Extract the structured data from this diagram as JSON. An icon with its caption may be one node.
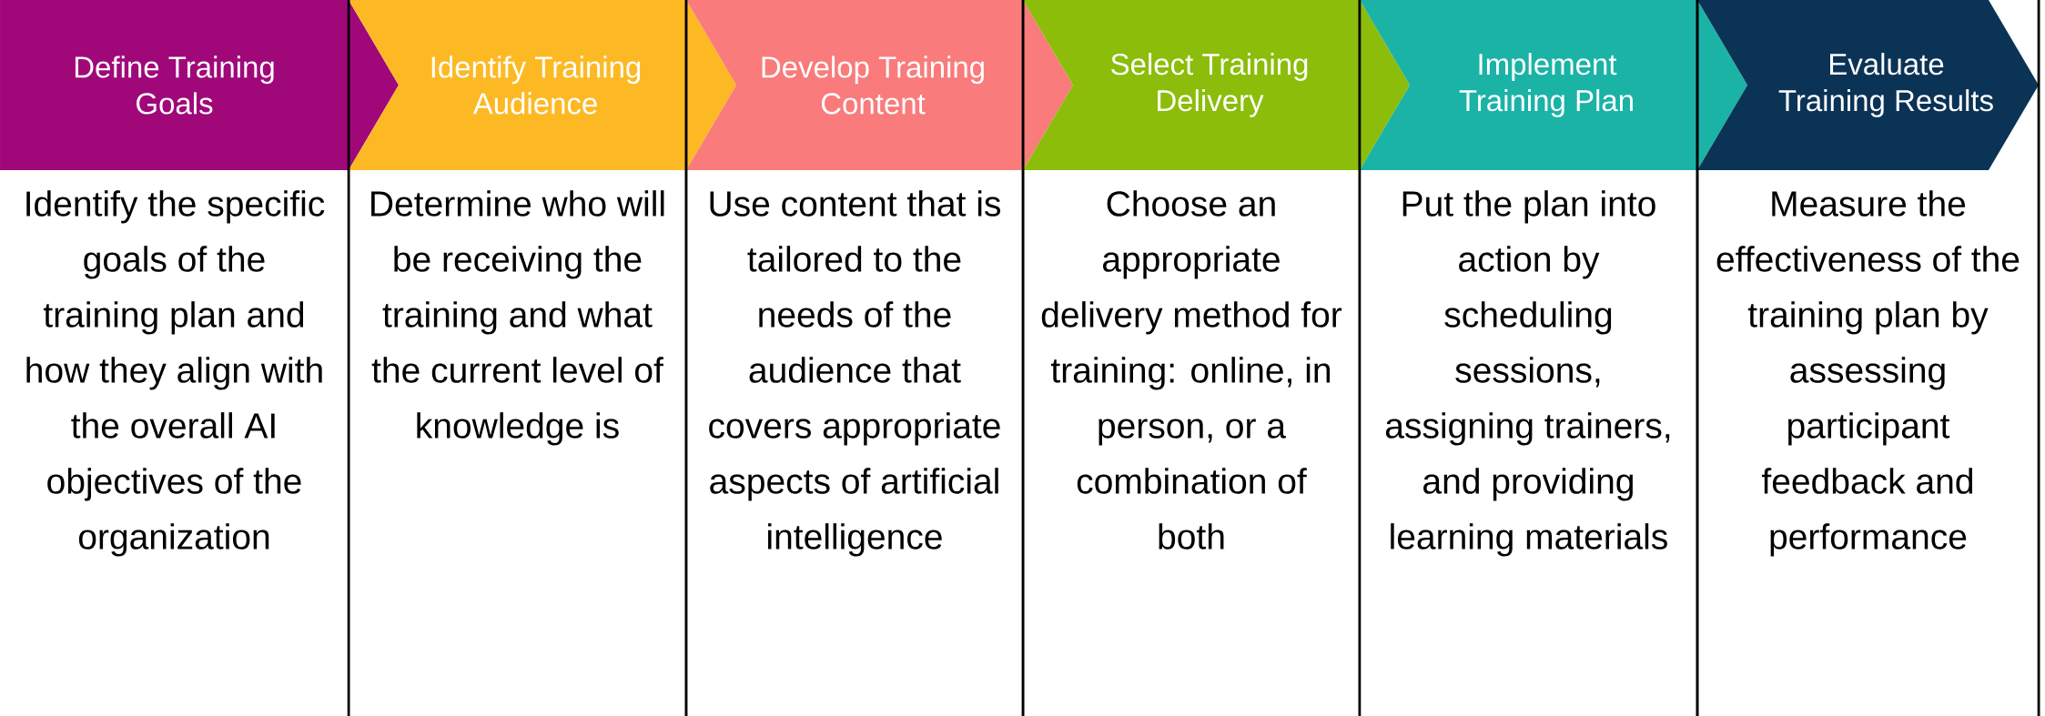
{
  "diagram": {
    "nodes": [
      {
        "text": [
          "Define Training Goals"
        ],
        "beside": [
          "Identify the specific goals of the training plan and how they align with the overall AI objectives of the organization"
        ]
      },
      {
        "text": [
          "Identify Training Audience"
        ],
        "beside": [
          "Determine who will be receiving the training and what the current level of knowledge is"
        ]
      },
      {
        "text": [
          "Develop Training Content"
        ],
        "beside": [
          "Use content that is tailored to the needs of the audience that covers appropriate aspects of artificial intelligence"
        ]
      },
      {
        "text": [
          "Select Training Delivery"
        ],
        "beside": [
          "Choose an appropriate delivery method for training: online, in person, or a combination of both"
        ]
      },
      {
        "text": [
          "Implement Training Plan"
        ],
        "beside": [
          "Put the plan into action by scheduling sessions, assigning trainers, and providing learning materials"
        ]
      },
      {
        "text": [
          "Evaluate Training Results"
        ],
        "beside": [
          "Measure the effectiveness of the training plan by assessing participant feedback and performance"
        ]
      }
    ]
  }
}
